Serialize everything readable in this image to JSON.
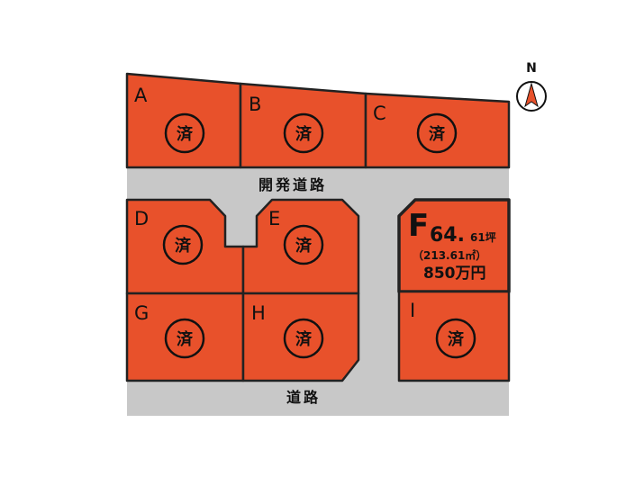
{
  "lots": [
    {
      "id": "A",
      "status": "済"
    },
    {
      "id": "B",
      "status": "済"
    },
    {
      "id": "C",
      "status": "済"
    },
    {
      "id": "D",
      "status": "済"
    },
    {
      "id": "E",
      "status": "済"
    },
    {
      "id": "F",
      "status": ""
    },
    {
      "id": "G",
      "status": "済"
    },
    {
      "id": "H",
      "status": "済"
    },
    {
      "id": "I",
      "status": "済"
    }
  ],
  "lot_f": {
    "letter": "F",
    "tsubo_int": "64.",
    "tsubo_dec": "61坪",
    "area_sqm": "（213.61㎡）",
    "price": "850万円"
  },
  "roads": {
    "development_road": "開発道路",
    "road": "道路"
  },
  "compass": {
    "label": "N"
  },
  "colors": {
    "lot_fill": "#e8512b",
    "road_fill": "#c8c8c8",
    "compass_arrow": "#e8512b"
  }
}
